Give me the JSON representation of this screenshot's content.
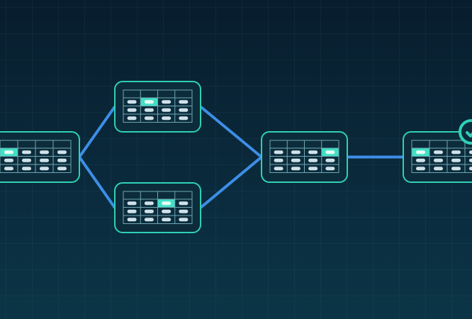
{
  "colors": {
    "background_top": "#081d2d",
    "background_bottom": "#0b3546",
    "node_border": "#2fd1b5",
    "node_fill": "#0c2c3c",
    "table_line": "#6fa7b0",
    "cell_pill": "#cfe2ea",
    "highlight": "#3fe0c5",
    "connector": "#3d8ee6",
    "badge": "#2fd1b5"
  },
  "icons": {
    "badge": "check-badge-icon"
  },
  "nodes": [
    {
      "id": "source-table",
      "highlight": {
        "row": 1,
        "col": 0
      }
    },
    {
      "id": "upper-branch-table",
      "highlight": {
        "row": 1,
        "col": 1
      }
    },
    {
      "id": "lower-branch-table",
      "highlight": {
        "row": 1,
        "col": 2
      }
    },
    {
      "id": "merge-table",
      "highlight": {
        "row": 1,
        "col": 3
      }
    },
    {
      "id": "output-table",
      "highlight": {
        "row": 1,
        "col": 0
      },
      "badge": true
    }
  ],
  "edges": [
    {
      "from": "source-table",
      "to": "upper-branch-table"
    },
    {
      "from": "source-table",
      "to": "lower-branch-table"
    },
    {
      "from": "upper-branch-table",
      "to": "merge-table"
    },
    {
      "from": "lower-branch-table",
      "to": "merge-table"
    },
    {
      "from": "merge-table",
      "to": "output-table"
    }
  ]
}
